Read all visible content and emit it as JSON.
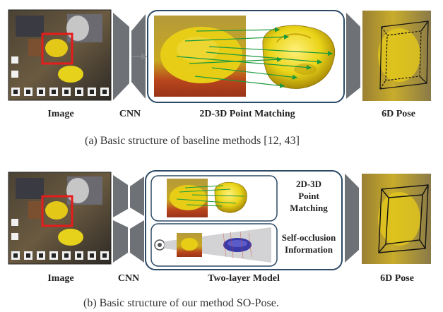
{
  "top": {
    "labels": {
      "image": "Image",
      "cnn": "CNN",
      "matching": "2D-3D Point Matching",
      "pose": "6D Pose"
    },
    "caption": "(a)  Basic structure of baseline methods [12, 43]"
  },
  "bottom": {
    "labels": {
      "image": "Image",
      "cnn": "CNN",
      "model": "Two-layer Model",
      "pose": "6D Pose"
    },
    "inner": {
      "matching_line1": "2D-3D",
      "matching_line2": "Point",
      "matching_line3": "Matching",
      "occlusion_line1": "Self-occlusion",
      "occlusion_line2": "Information"
    },
    "caption": "(b)  Basic structure of our method SO-Pose."
  },
  "colors": {
    "frame": "#2c4a66",
    "cnn": "#6e7276",
    "arrow": "#808488",
    "duck": "#e8c40c",
    "match_line": "#1c9a3a"
  }
}
